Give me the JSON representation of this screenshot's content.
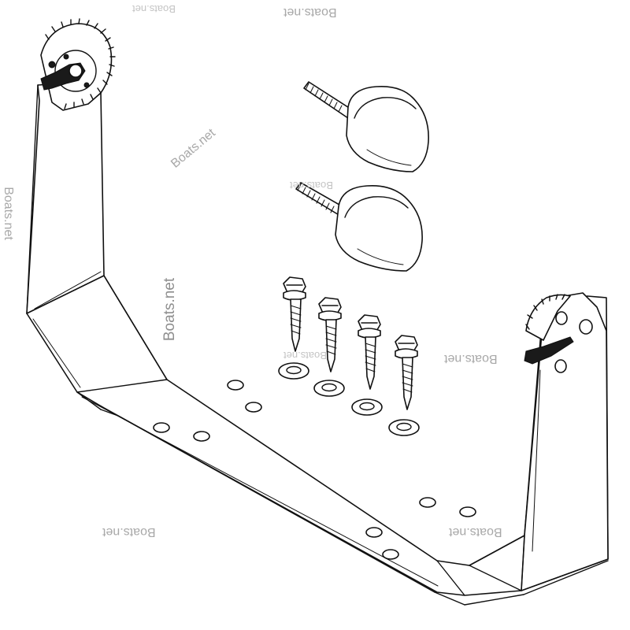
{
  "diagram": {
    "parts": [
      {
        "name": "gimbal-bracket",
        "count": 1
      },
      {
        "name": "bracket-knob",
        "count": 2
      },
      {
        "name": "mounting-screw",
        "count": 4
      },
      {
        "name": "washer",
        "count": 4
      }
    ]
  },
  "watermark": {
    "text": "Boats.net",
    "color": "#9a9a9a"
  }
}
